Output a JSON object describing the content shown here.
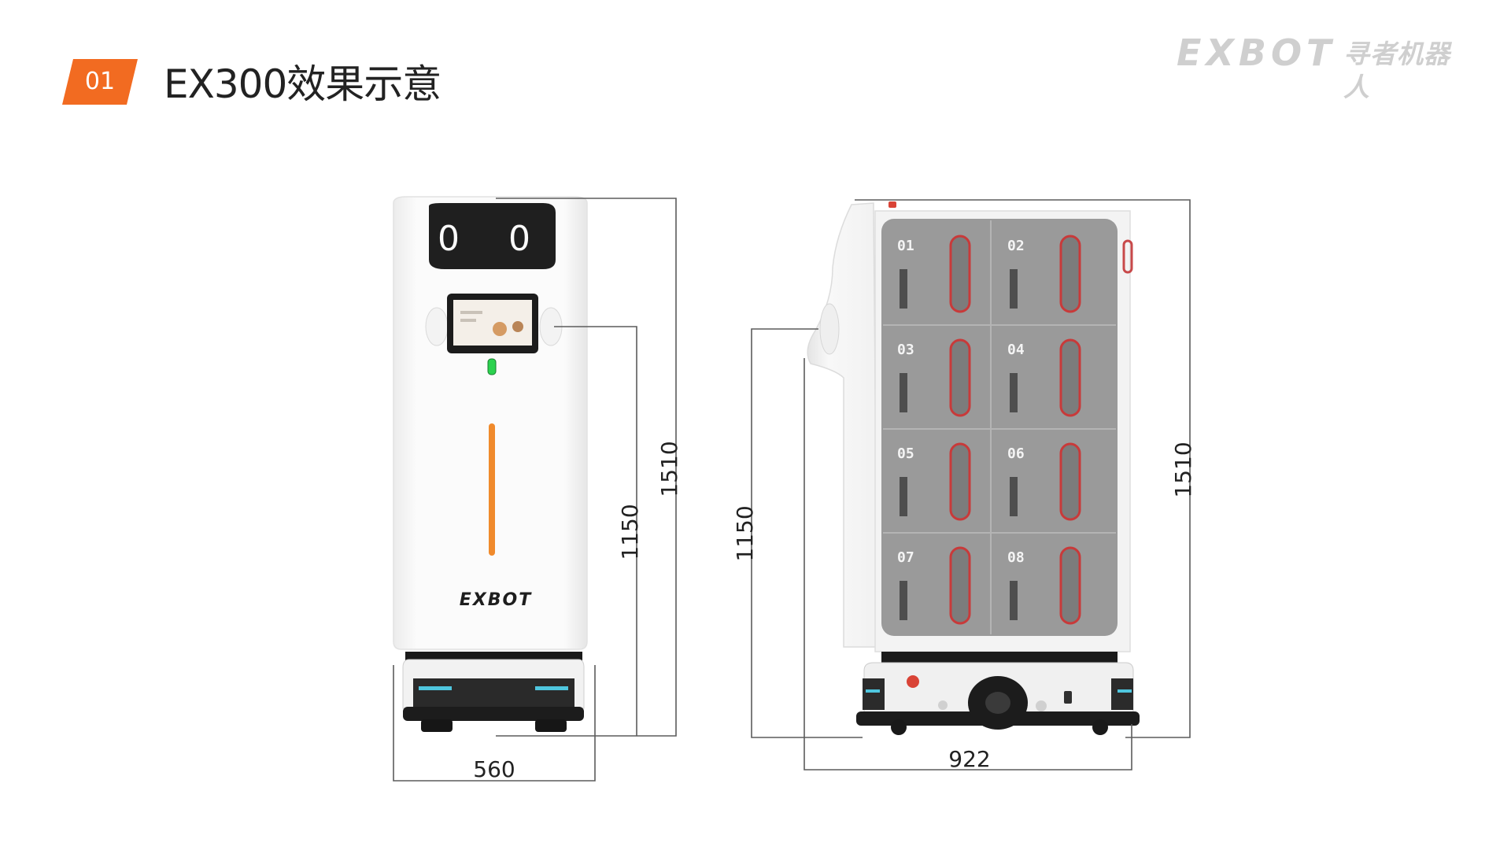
{
  "header": {
    "section_number": "01",
    "title": "EX300效果示意",
    "accent_color": "#f26b21"
  },
  "brand": {
    "logo_text": "EXBOT",
    "logo_cn": "寻者机器人",
    "logo_color": "#cfcfcf"
  },
  "front_view": {
    "body_logo": "EXBOT",
    "eyes": "0 0",
    "dimensions": {
      "width": "560",
      "overall_height": "1510",
      "screen_height": "1150"
    }
  },
  "side_view": {
    "compartments": [
      "01",
      "02",
      "03",
      "04",
      "05",
      "06",
      "07",
      "08"
    ],
    "dimensions": {
      "length": "922",
      "overall_height": "1510",
      "front_height": "1150"
    }
  }
}
